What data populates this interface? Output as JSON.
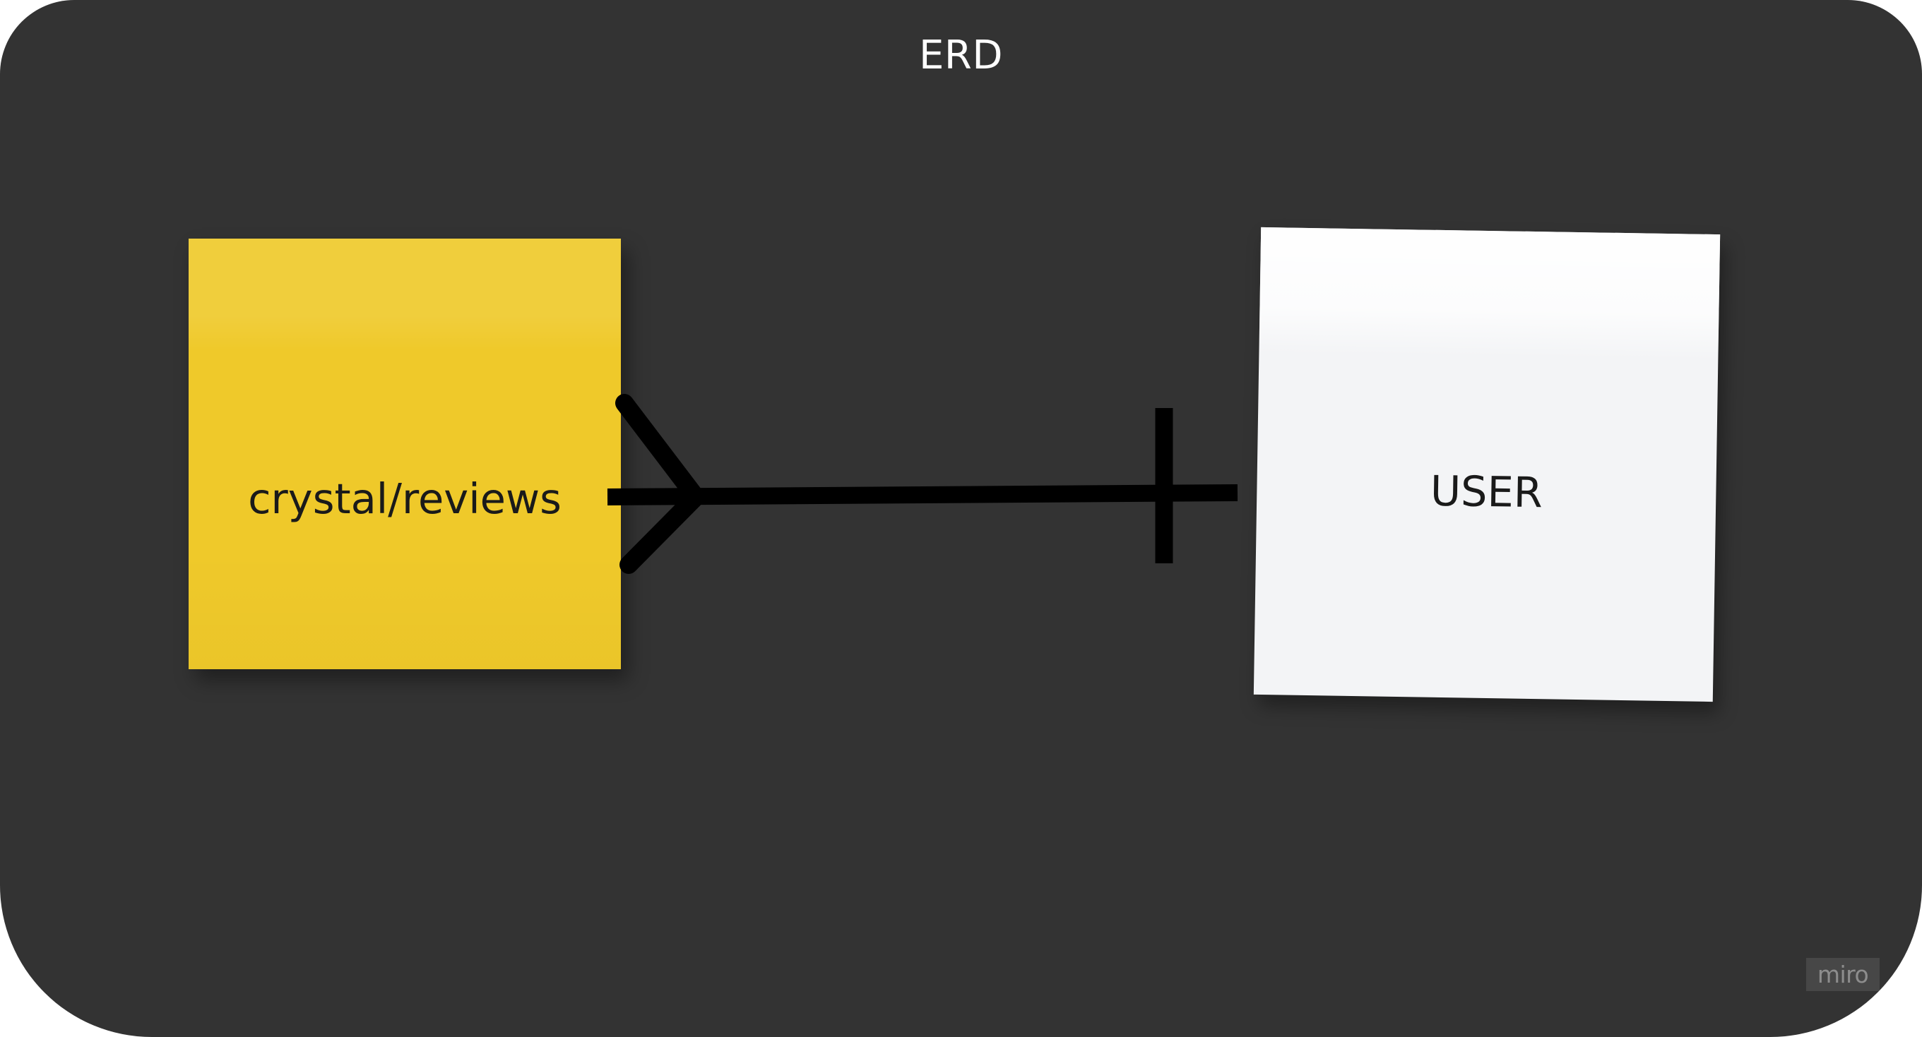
{
  "board": {
    "title": "ERD",
    "background_color": "#333333",
    "title_color": "#ffffff"
  },
  "notes": [
    {
      "id": "reviews",
      "label": "crystal/reviews",
      "color": "#efc92a",
      "text_color": "#1a1a1a",
      "shape": "sticky-note"
    },
    {
      "id": "user",
      "label": "USER",
      "color": "#f3f4f6",
      "text_color": "#1a1a1a",
      "shape": "sticky-note"
    }
  ],
  "connector": {
    "color": "#000000",
    "from": "crystal/reviews",
    "to": "USER",
    "start_marker": "crows-foot-many",
    "end_marker": "single-bar-one",
    "notation": "crows-foot"
  },
  "watermark": {
    "label": "miro"
  }
}
